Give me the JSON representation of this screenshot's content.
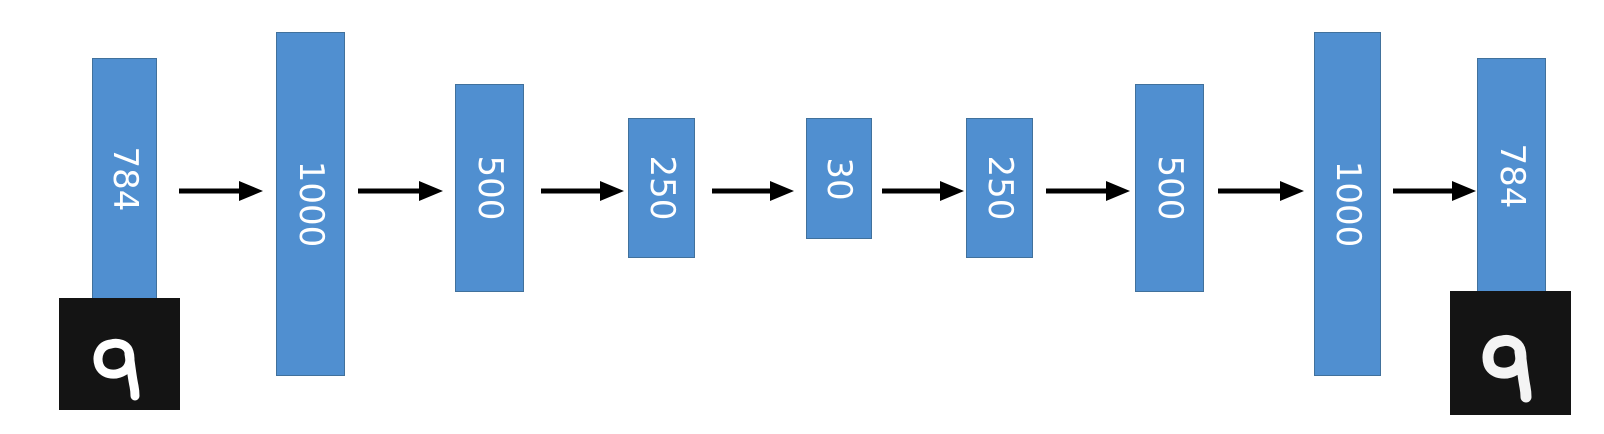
{
  "diagram": {
    "layers": [
      {
        "label": "784"
      },
      {
        "label": "1000"
      },
      {
        "label": "500"
      },
      {
        "label": "250"
      },
      {
        "label": "30"
      },
      {
        "label": "250"
      },
      {
        "label": "500"
      },
      {
        "label": "1000"
      },
      {
        "label": "784"
      }
    ],
    "colors": {
      "layer_fill": "#508fd0",
      "layer_border": "#41719c",
      "arrow": "#000000",
      "digit_background": "#141414",
      "digit_stroke": "#ffffff"
    }
  }
}
